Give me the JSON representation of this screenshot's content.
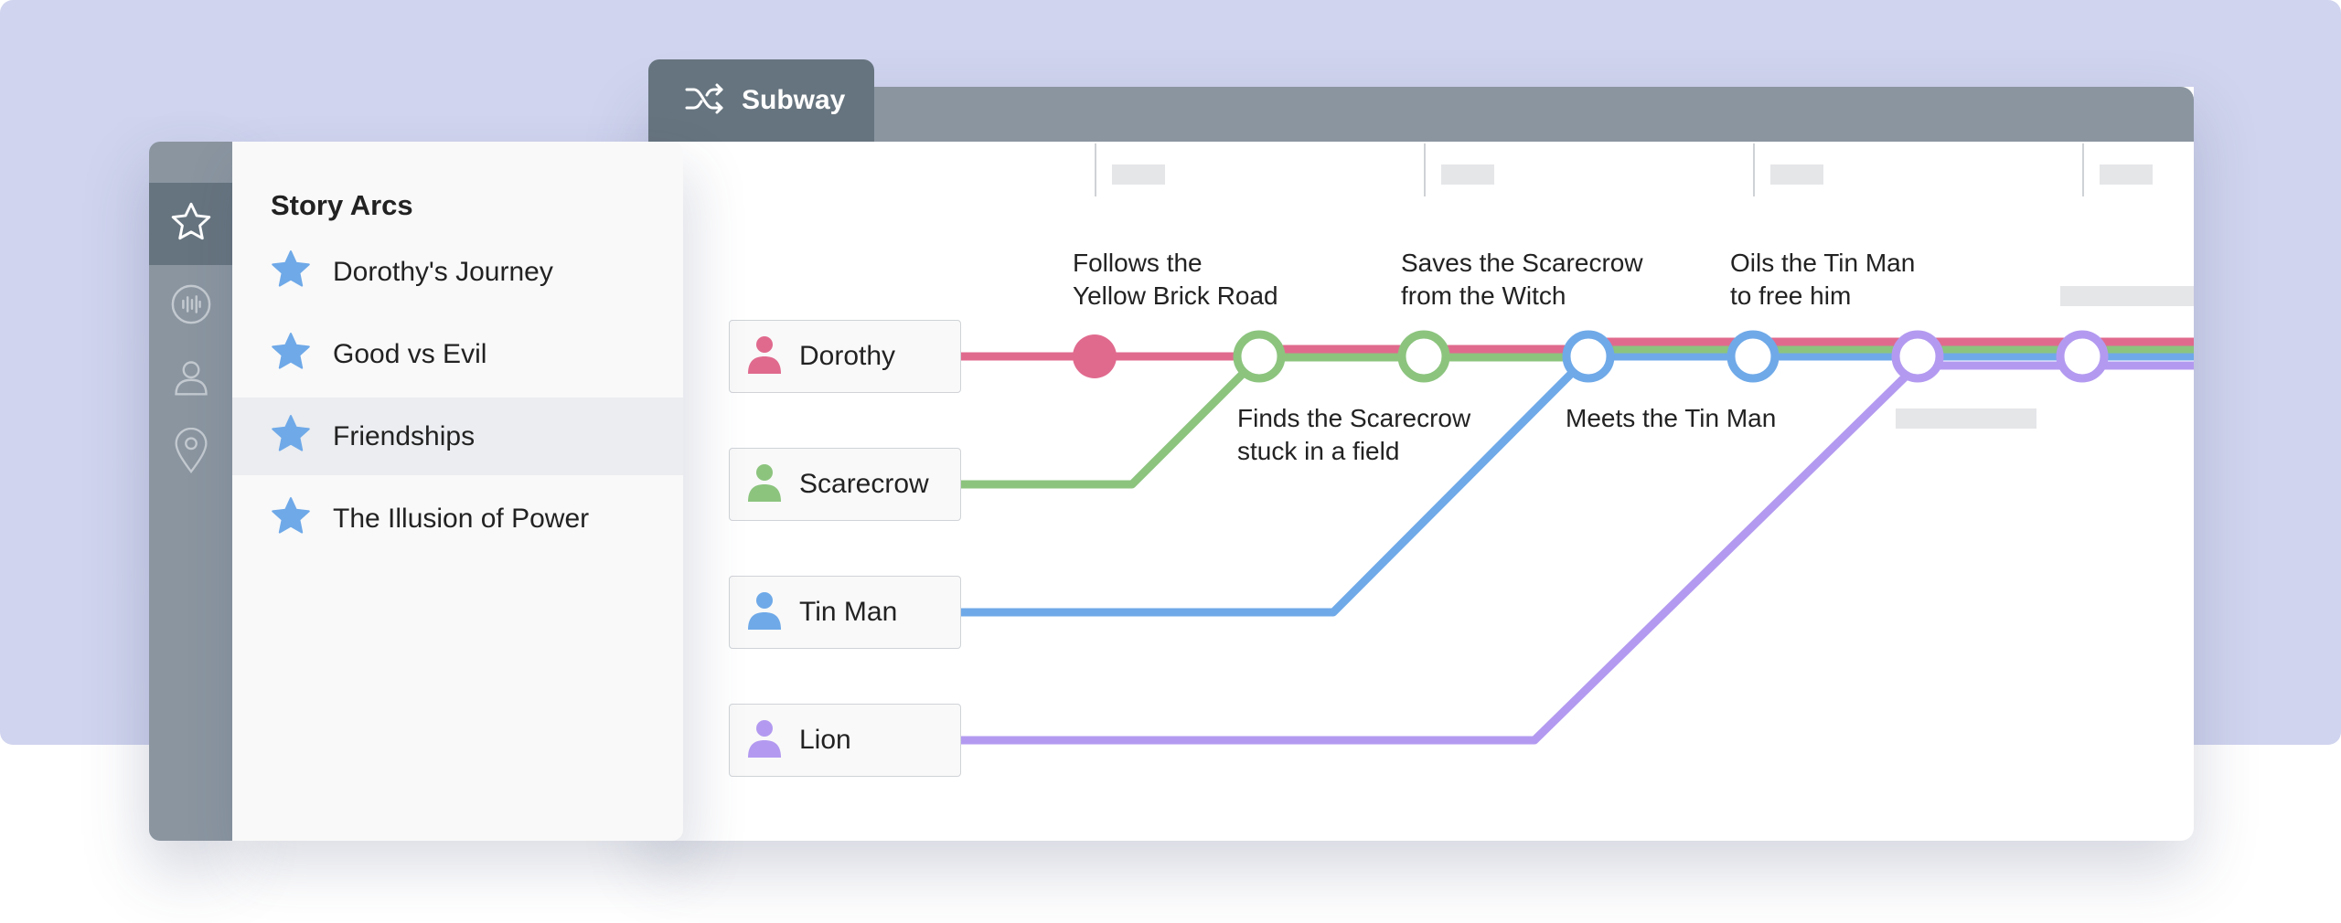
{
  "colors": {
    "dorothy": "#e06a8e",
    "scarecrow": "#8cc47e",
    "tin_man": "#6fa9e8",
    "lion": "#b39af0",
    "star": "#6fa9e8",
    "backdrop": "#d0d4ee"
  },
  "tab": {
    "label": "Subway",
    "icon": "shuffle-icon"
  },
  "rail": {
    "items": [
      {
        "icon": "star-outline-icon",
        "active": true
      },
      {
        "icon": "audio-wave-icon",
        "active": false
      },
      {
        "icon": "person-icon",
        "active": false
      },
      {
        "icon": "map-pin-icon",
        "active": false
      }
    ]
  },
  "panel": {
    "title": "Story Arcs",
    "arcs": [
      {
        "label": "Dorothy's Journey",
        "icon": "star-icon"
      },
      {
        "label": "Good vs Evil",
        "icon": "star-icon"
      },
      {
        "label": "Friendships",
        "icon": "star-icon",
        "selected": true
      },
      {
        "label": "The Illusion of Power",
        "icon": "star-icon"
      }
    ]
  },
  "characters": [
    {
      "name": "Dorothy",
      "icon": "person-icon"
    },
    {
      "name": "Scarecrow",
      "icon": "person-icon"
    },
    {
      "name": "Tin Man",
      "icon": "person-icon"
    },
    {
      "name": "Lion",
      "icon": "person-icon"
    }
  ],
  "events": {
    "e1": "Follows the\nYellow Brick Road",
    "e2": "Finds the Scarecrow\nstuck in a field",
    "e3": "Saves the Scarecrow\nfrom the Witch",
    "e4": "Meets the Tin Man",
    "e5": "Oils the Tin Man\nto free him"
  }
}
